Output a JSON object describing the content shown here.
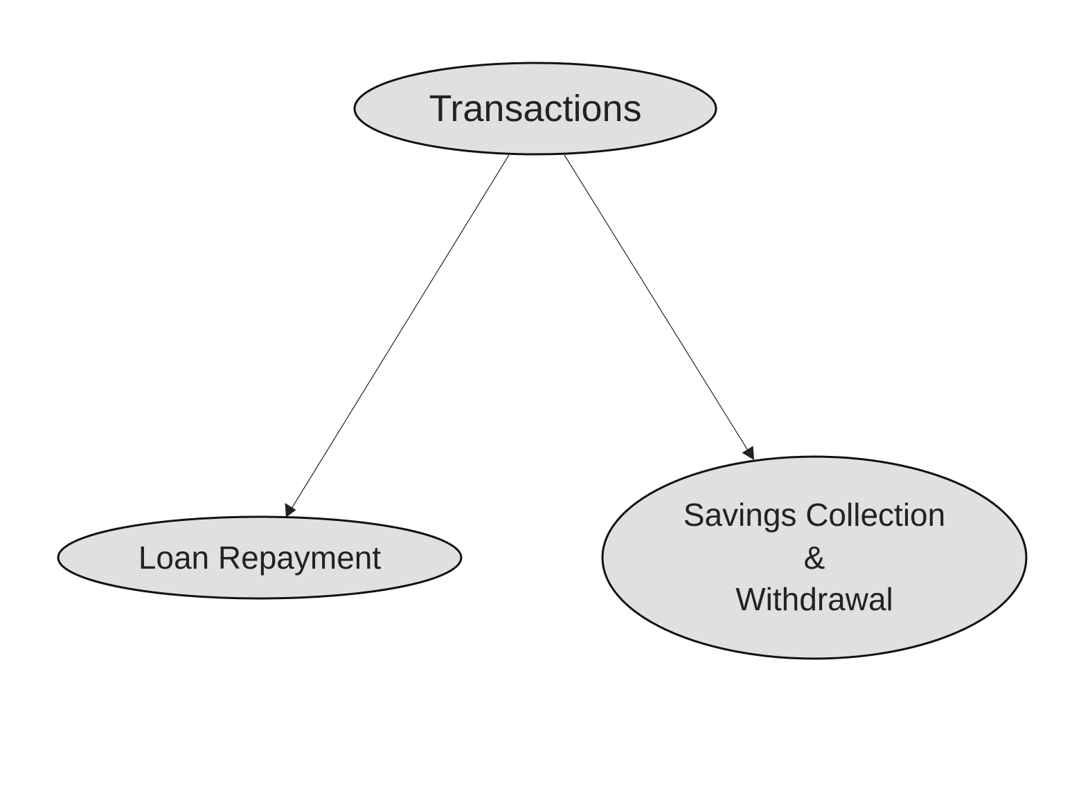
{
  "diagram": {
    "type": "tree",
    "colors": {
      "node_fill": "#e0e0e0",
      "node_stroke": "#111111",
      "edge": "#222222",
      "text": "#222222"
    },
    "nodes": {
      "root": {
        "label": "Transactions"
      },
      "loan": {
        "label": "Loan Repayment"
      },
      "savings": {
        "lines": [
          "Savings Collection",
          "&",
          "Withdrawal"
        ]
      }
    },
    "edges": [
      {
        "from": "Transactions",
        "to": "Loan Repayment"
      },
      {
        "from": "Transactions",
        "to": "Savings Collection & Withdrawal"
      }
    ]
  }
}
